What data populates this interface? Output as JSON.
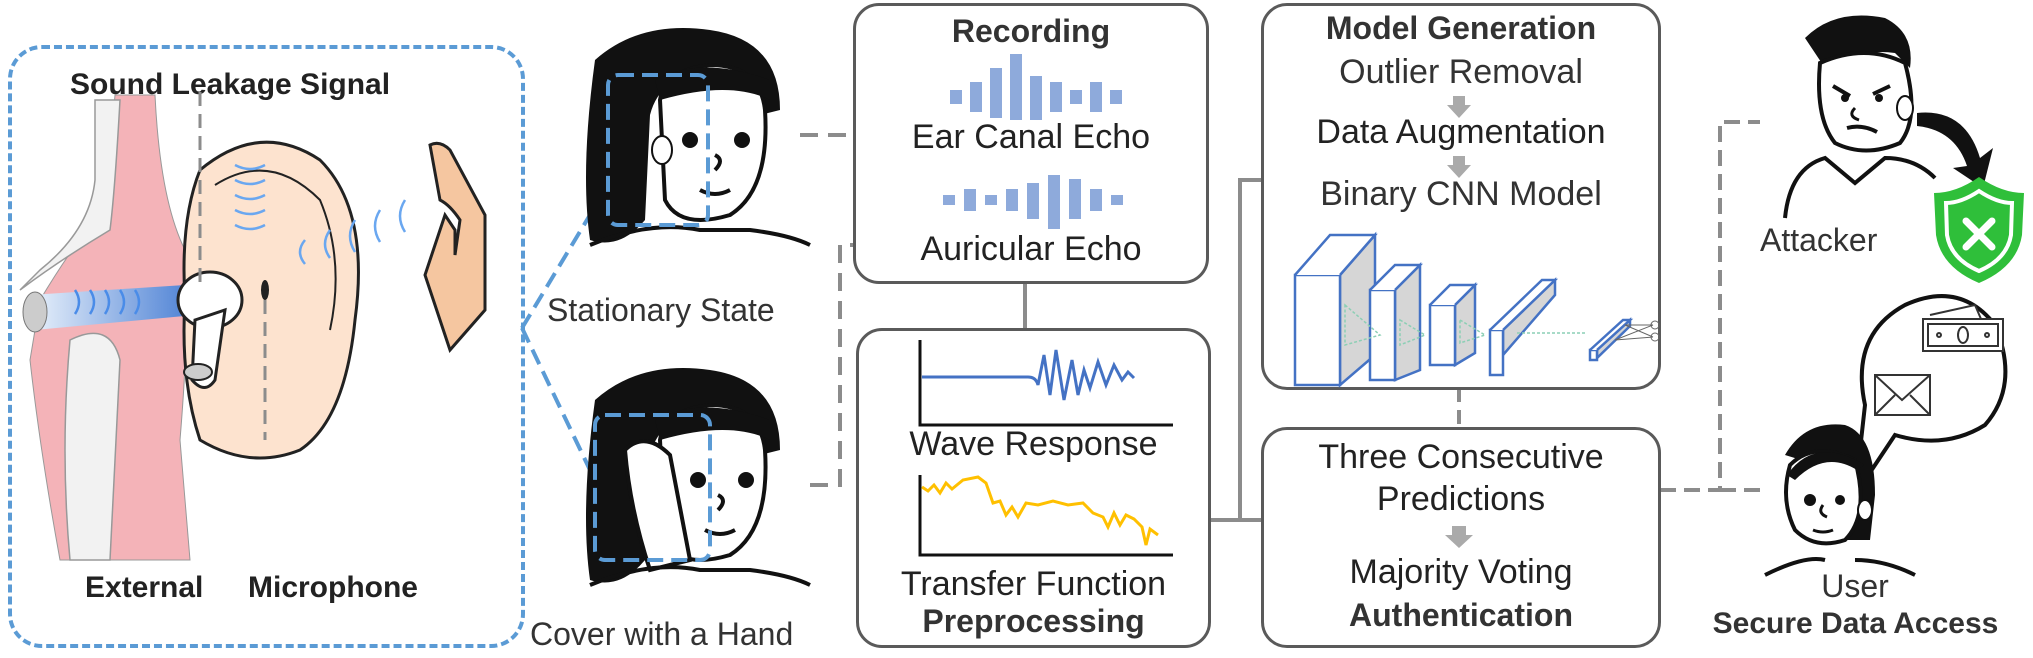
{
  "ear_panel": {
    "title": "Sound Leakage Signal",
    "label_left": "External",
    "label_right": "Microphone"
  },
  "states": {
    "stationary": "Stationary State",
    "cover": "Cover with a Hand"
  },
  "recording": {
    "title": "Recording",
    "ear_canal_echo": "Ear Canal Echo",
    "auricular_echo": "Auricular Echo"
  },
  "preprocessing": {
    "wave_response": "Wave Response",
    "transfer_function": "Transfer Function",
    "title": "Preprocessing"
  },
  "model_generation": {
    "title": "Model Generation",
    "step1": "Outlier Removal",
    "step2": "Data Augmentation",
    "step3": "Binary CNN Model"
  },
  "authentication": {
    "line1": "Three Consecutive",
    "line2": "Predictions",
    "step2": "Majority Voting",
    "title": "Authentication"
  },
  "actors": {
    "attacker": "Attacker",
    "user": "User",
    "result": "Secure Data Access"
  },
  "colors": {
    "dashed_blue": "#5b9bd5",
    "wave_blue": "#4472c4",
    "tf_orange": "#ffc000",
    "shield_green": "#2fbf3a",
    "connector_gray": "#8c8c8c"
  }
}
